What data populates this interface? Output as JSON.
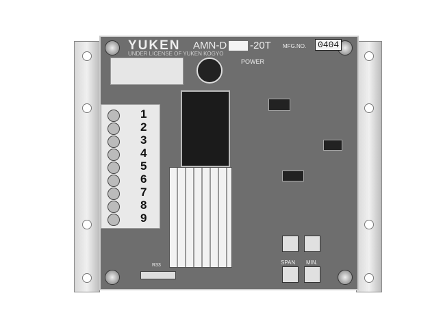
{
  "label": {
    "brand": "YUKEN",
    "model_prefix": "AMN-D",
    "model_suffix": "-20T",
    "mfg_label": "MFG.NO.",
    "serial": "0404",
    "license": "UNDER LICENSE OF YUKEN KOGYO",
    "power": "POWER",
    "resistor": "R33"
  },
  "terminals": [
    "1",
    "2",
    "3",
    "4",
    "5",
    "6",
    "7",
    "8",
    "9"
  ],
  "pots": [
    {
      "label": "SPAN"
    },
    {
      "label": "MIN."
    }
  ]
}
